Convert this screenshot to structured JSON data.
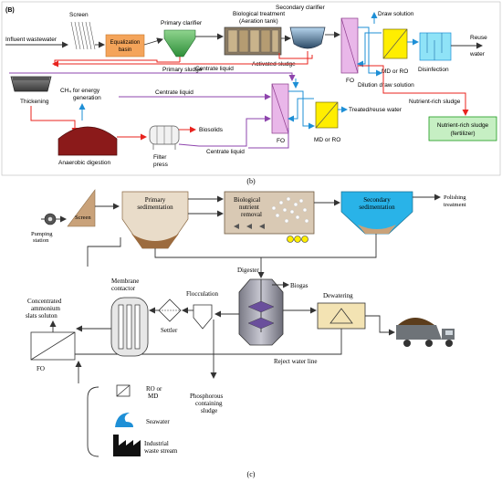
{
  "top": {
    "panel_tag": "(B)",
    "influent": "Influent wastewater",
    "screen": "Screen",
    "eq_basin_1": "Equalization",
    "eq_basin_2": "basin",
    "primary_clarifier": "Primary clarifier",
    "bio_1": "Biological treatment",
    "bio_2": "(Aeration tank)",
    "secondary_clarifier": "Secondary clarifier",
    "draw_solution": "Draw solution",
    "reuse_1": "Reuse",
    "reuse_2": "water",
    "md_ro": "MD or RO",
    "disinfection": "Disinfection",
    "fo": "FO",
    "dilution": "Dilution draw solution",
    "primary_sludge": "Primary sludge",
    "activated_sludge": "Activated sludge",
    "centrate_1": "Centrate liquid",
    "centrate_2": "Centrate liquid",
    "centrate_3": "Centrate liquid",
    "nutrient_sludge": "Nutrient-rich sludge",
    "ch4_1": "CH₄ for energy",
    "ch4_2": "generation",
    "thickening": "Thickening",
    "biosolids": "Biosolids",
    "treated": "Treated/reuse water",
    "md_ro_2": "MD or RO",
    "fo_2": "FO",
    "fert_1": "Nutrient-rich sludge",
    "fert_2": "(fertilizer)",
    "anaerobic": "Anaerobic digestion",
    "filter_1": "Filter",
    "filter_2": "press",
    "caption": "(b)"
  },
  "bottom": {
    "primary_sed_1": "Primary",
    "primary_sed_2": "sedimentation",
    "bnr_1": "Biological",
    "bnr_2": "nutrient",
    "bnr_3": "removal",
    "secondary_sed_1": "Secondary",
    "secondary_sed_2": "sedimentation",
    "polishing_1": "Polishing",
    "polishing_2": "treatment",
    "pumping_1": "Pumping",
    "pumping_2": "station",
    "screen": "Screen",
    "digester": "Digester",
    "biogas": "Biogas",
    "membrane_1": "Membrane",
    "membrane_2": "contactor",
    "flocculation": "Flocculation",
    "dewatering": "Dewatering",
    "concentrated_1": "Concentrated",
    "concentrated_2": "ammonium",
    "concentrated_3": "slats soluton",
    "settler": "Settler",
    "fo": "FO",
    "reject": "Reject water line",
    "phos_1": "Phosphorous",
    "phos_2": "containing",
    "phos_3": "sludge",
    "ro_md_1": "RO or",
    "ro_md_2": "MD",
    "seawater": "Seawater",
    "industrial_1": "Industrial",
    "industrial_2": "waste stream",
    "caption": "(c)"
  },
  "colors": {
    "sludge_line": "#e8231e",
    "centrate_line": "#8e44ad",
    "draw_line": "#1e8fd6",
    "flow_line": "#333333",
    "eq_basin": "#f4a45a",
    "clarifier": "#3fae49",
    "fo_membrane": "#e9b7e9",
    "md_box": "#ffee00",
    "disinfection": "#8fe3f7",
    "fertilizer": "#c6efc3",
    "fertilizer_border": "#1c9a1c",
    "digester": "#8b1a1a",
    "sed_tank": "#e9dcc9",
    "sed_sludge": "#9c6b3e",
    "bnr_tank": "#d9c9b4",
    "secondary_tank": "#29b3e8"
  }
}
